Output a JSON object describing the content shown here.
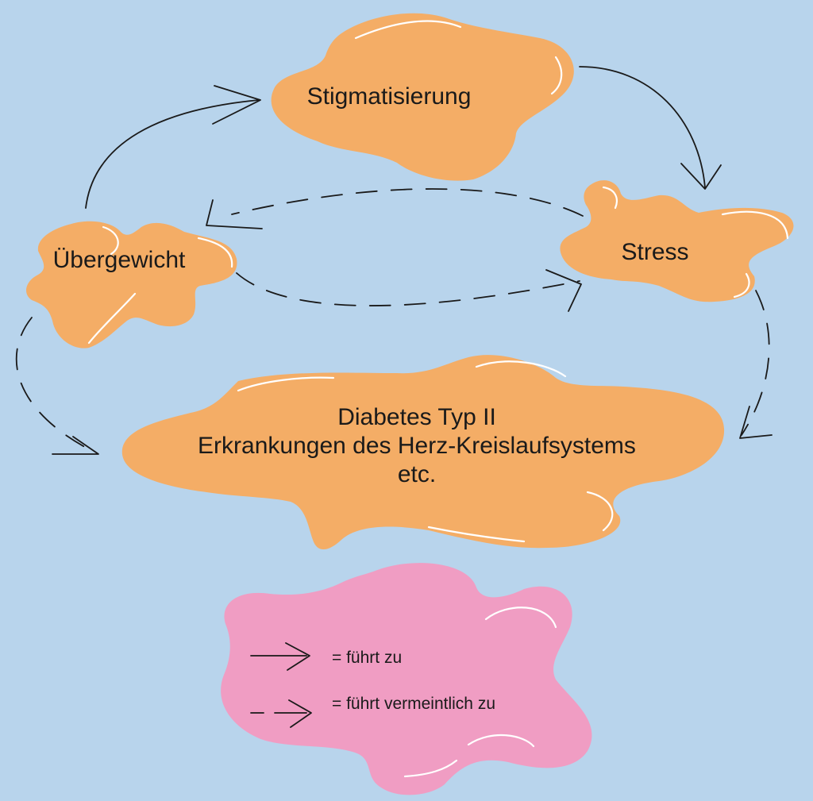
{
  "nodes": {
    "stigmatisierung": "Stigmatisierung",
    "stress": "Stress",
    "uebergewicht": "Übergewicht",
    "disease_line1": "Diabetes Typ II",
    "disease_line2": "Erkrankungen des Herz-Kreislaufsystems",
    "disease_line3": "etc."
  },
  "legend": {
    "solid_label": "= führt zu",
    "dashed_label": "= führt vermeintlich zu"
  },
  "colors": {
    "background": "#b8d4ec",
    "node_fill": "#f4ad66",
    "legend_fill": "#f09dc3",
    "arrow": "#1a1a1a"
  }
}
